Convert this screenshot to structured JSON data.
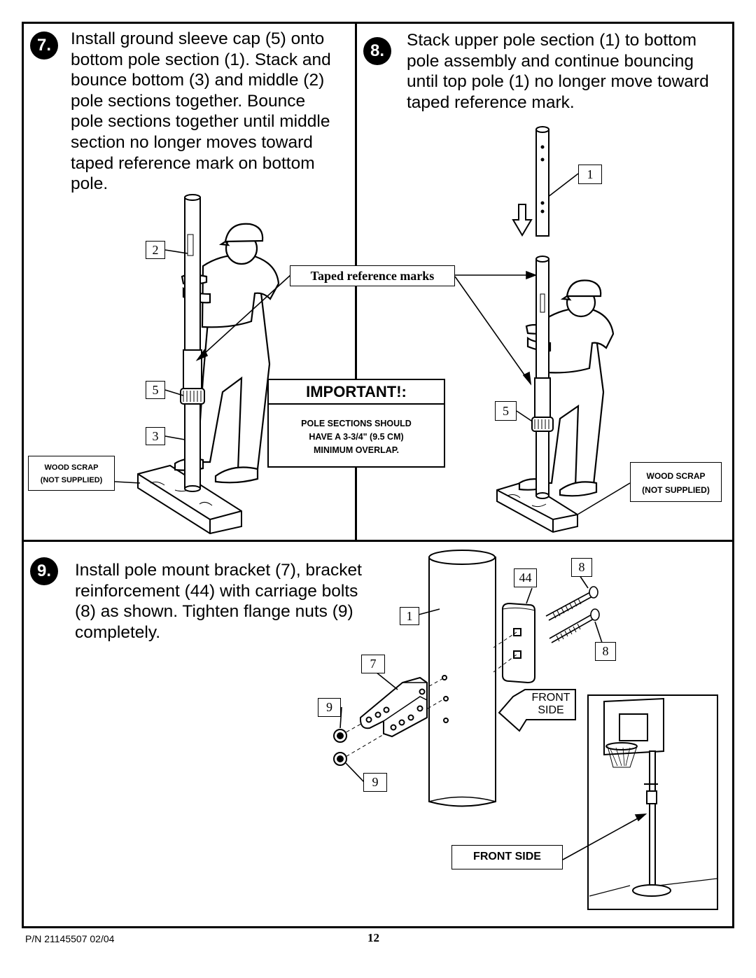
{
  "steps": {
    "step7": {
      "number": "7.",
      "lines": [
        "Install ground sleeve cap (5) onto",
        "bottom pole section (1). Stack and",
        "bounce bottom (3) and middle (2)",
        "pole sections together.  Bounce",
        "pole sections together until middle",
        "section no longer moves toward",
        "taped reference mark on bottom",
        "pole."
      ]
    },
    "step8": {
      "number": "8.",
      "lines": [
        "Stack upper pole section (1) to bottom",
        "pole assembly and continue bouncing",
        "until top pole (1) no longer move toward",
        "taped reference mark."
      ]
    },
    "step9": {
      "number": "9.",
      "lines": [
        "Install pole mount bracket (7), bracket",
        "reinforcement (44) with carriage bolts",
        "(8) as shown. Tighten flange nuts (9)",
        "completely."
      ]
    }
  },
  "callouts": {
    "s7_part2": "2",
    "s7_part5": "5",
    "s7_part3": "3",
    "s8_part1": "1",
    "s8_part5": "5",
    "s9_part44": "44",
    "s9_part8_top": "8",
    "s9_part1": "1",
    "s9_part8_bottom": "8",
    "s9_part7": "7",
    "s9_part9_top": "9",
    "s9_part9_bottom": "9"
  },
  "taped_reference_marks": "Taped reference marks",
  "important": {
    "title": "IMPORTANT!:",
    "lines": [
      "POLE SECTIONS SHOULD",
      "HAVE A 3-3/4\" (9.5 CM)",
      "MINIMUM OVERLAP."
    ]
  },
  "wood_scrap_left": [
    "WOOD SCRAP",
    "(NOT SUPPLIED)"
  ],
  "wood_scrap_right": [
    "WOOD SCRAP",
    "(NOT SUPPLIED)"
  ],
  "front_side_arrow": [
    "FRONT",
    "SIDE"
  ],
  "front_side_label": "FRONT SIDE",
  "footer": {
    "part_number": "P/N 21145507   02/04",
    "page_number": "12"
  }
}
